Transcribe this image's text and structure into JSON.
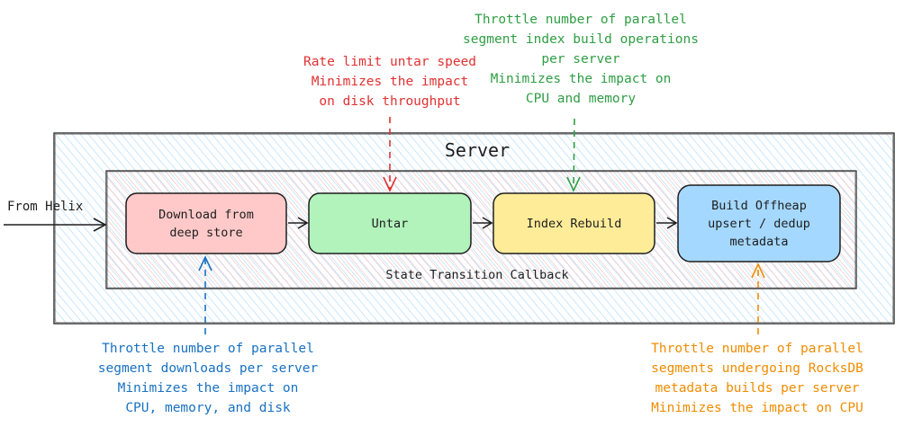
{
  "diagram": {
    "server_label": "Server",
    "callback_label": "State Transition Callback",
    "input_label": "From Helix",
    "steps": [
      {
        "lines": [
          "Download from",
          "deep store"
        ],
        "fill": "#ffc9c9"
      },
      {
        "lines": [
          "Untar"
        ],
        "fill": "#b2f2bb"
      },
      {
        "lines": [
          "Index Rebuild"
        ],
        "fill": "#ffec99"
      },
      {
        "lines": [
          "Build Offheap",
          "upsert / dedup",
          "metadata"
        ],
        "fill": "#a5d8ff"
      }
    ],
    "annotations": {
      "untar": {
        "color": "#e03131",
        "lines": [
          "Rate limit untar speed",
          "Minimizes the impact",
          "on disk throughput"
        ]
      },
      "index": {
        "color": "#2f9e44",
        "lines": [
          "Throttle number of parallel",
          "segment index build operations",
          "per server",
          "Minimizes the impact on",
          "CPU and memory"
        ]
      },
      "download": {
        "color": "#1971c2",
        "lines": [
          "Throttle number of parallel",
          "segment downloads per server",
          "Minimizes the impact on",
          "CPU, memory, and disk"
        ]
      },
      "metadata": {
        "color": "#f08c00",
        "lines": [
          "Throttle number of parallel",
          "segments undergoing RocksDB",
          "metadata builds per server",
          "Minimizes the impact on CPU"
        ]
      }
    }
  }
}
